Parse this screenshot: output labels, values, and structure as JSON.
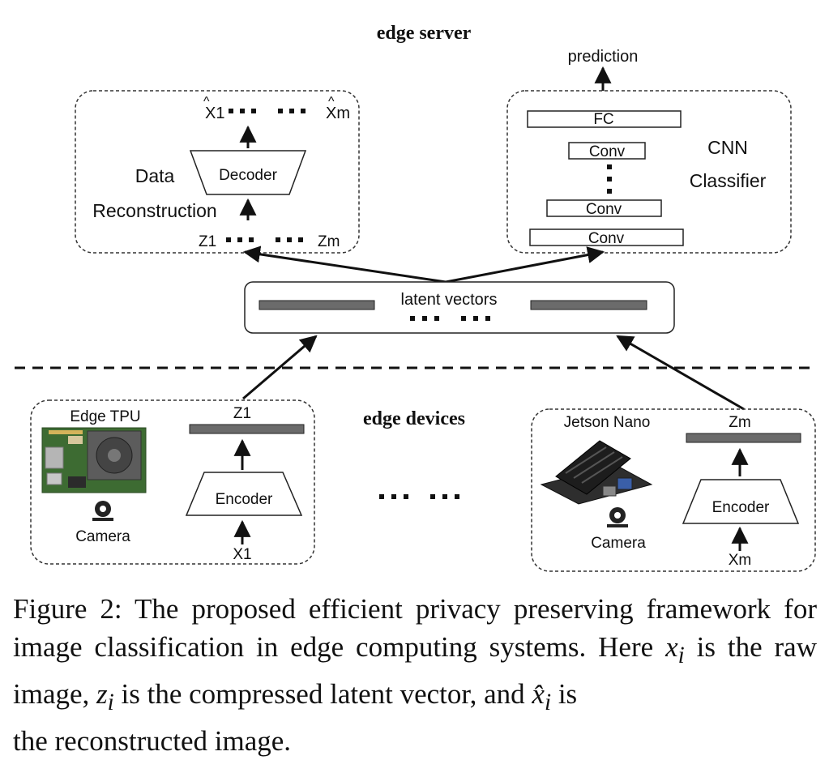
{
  "server": {
    "title": "edge server",
    "prediction": "prediction",
    "decoder_box": {
      "label_line1": "Data",
      "label_line2": "Reconstruction",
      "decoder": "Decoder",
      "xhat_first": "X1",
      "xhat_last": "Xm",
      "z_first": "Z1",
      "z_last": "Zm"
    },
    "cnn_box": {
      "label_line1": "CNN",
      "label_line2": "Classifier",
      "layers": [
        "FC",
        "Conv",
        "Conv",
        "Conv"
      ]
    }
  },
  "latent": {
    "label": "latent vectors"
  },
  "devices": {
    "title": "edge devices",
    "left": {
      "device_name": "Edge TPU",
      "camera": "Camera",
      "encoder": "Encoder",
      "z_label": "Z1",
      "x_label": "X1"
    },
    "right": {
      "device_name": "Jetson Nano",
      "camera": "Camera",
      "encoder": "Encoder",
      "z_label": "Zm",
      "x_label": "Xm"
    }
  },
  "caption": {
    "part1": "Figure 2: The proposed efficient privacy preserving framework for image classification in edge computing systems. Here ",
    "var_x": "x",
    "sub_i1": "i",
    "part2": " is the raw image, ",
    "var_z": "z",
    "sub_i2": "i",
    "part3": " is the compressed latent vector, and ",
    "var_xhat": "x̂",
    "sub_i3": "i",
    "part4": " is",
    "part5": "the reconstructed image."
  }
}
